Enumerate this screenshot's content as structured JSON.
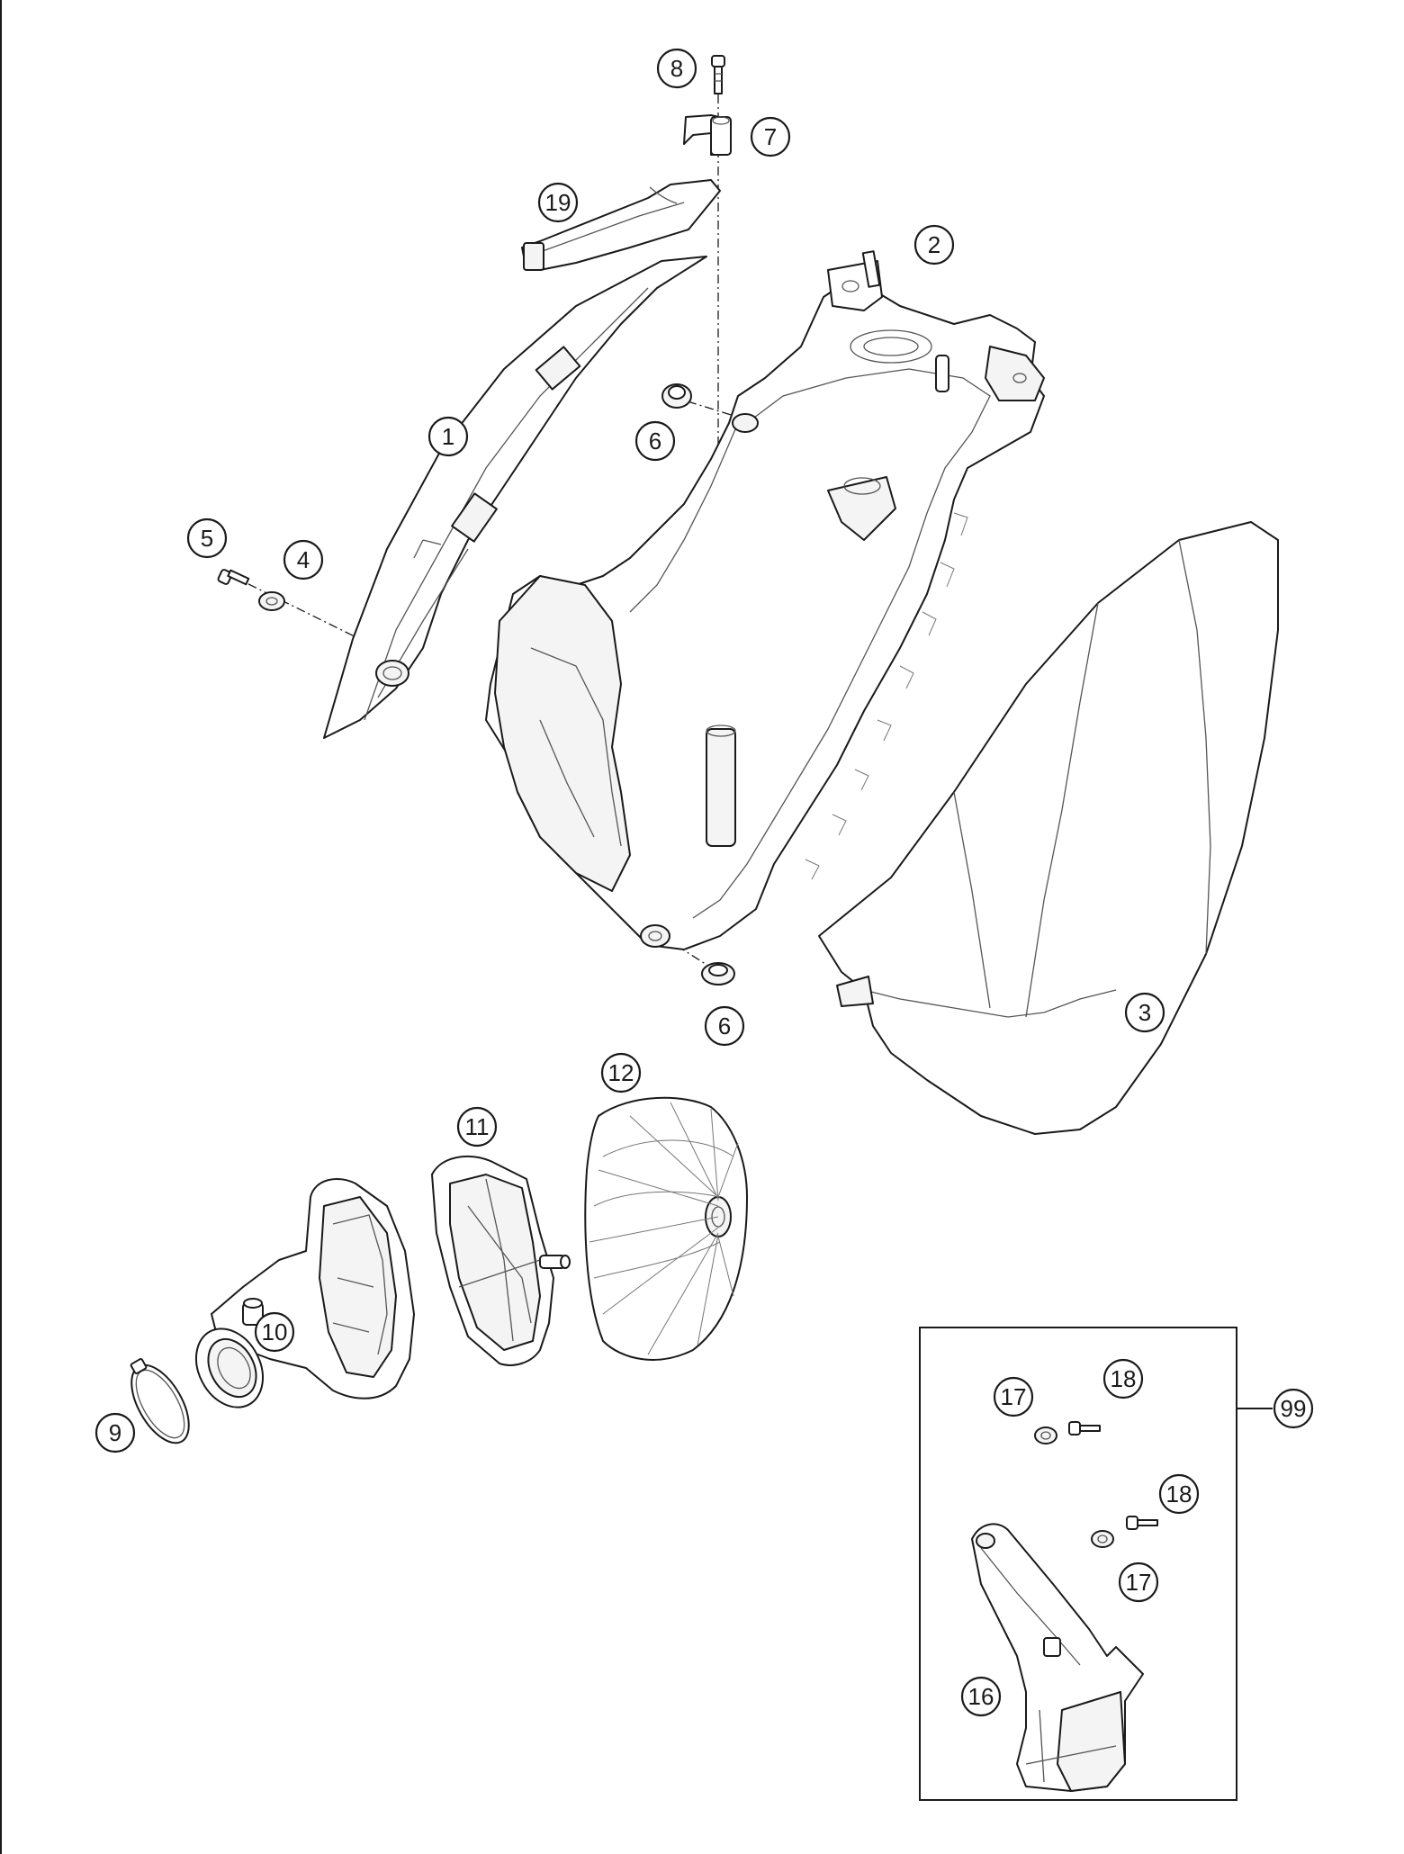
{
  "callouts": {
    "c1": "1",
    "c2": "2",
    "c3": "3",
    "c4": "4",
    "c5": "5",
    "c6a": "6",
    "c6b": "6",
    "c7": "7",
    "c8": "8",
    "c9": "9",
    "c10": "10",
    "c11": "11",
    "c12": "12",
    "c16": "16",
    "c17a": "17",
    "c17b": "17",
    "c18a": "18",
    "c18b": "18",
    "c19": "19",
    "c99": "99"
  }
}
